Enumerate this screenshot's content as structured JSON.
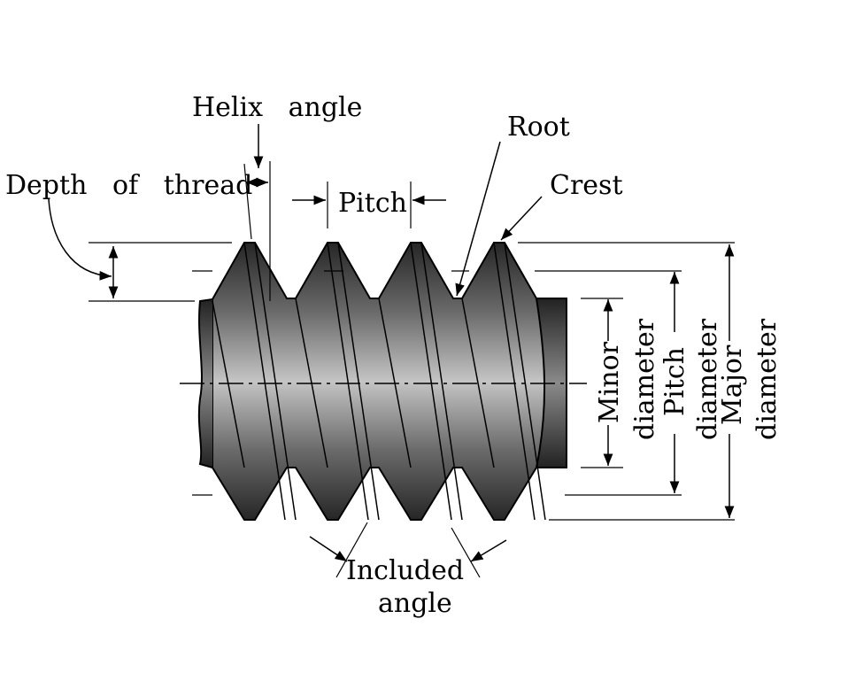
{
  "labels": {
    "helix_angle": "Helix   angle",
    "depth_of_thread": "Depth   of   thread",
    "pitch": "Pitch",
    "root": "Root",
    "crest": "Crest",
    "minor_diameter_1": "Minor",
    "minor_diameter_2": "diameter",
    "pitch_diameter_1": "Pitch",
    "pitch_diameter_2": "diameter",
    "major_diameter_1": "Major",
    "major_diameter_2": "diameter",
    "included_angle_1": "Included",
    "included_angle_2": "angle"
  },
  "colors": {
    "ink": "#000000",
    "metal_dark": "#2b2b2b",
    "metal_light": "#c8c8c8"
  }
}
